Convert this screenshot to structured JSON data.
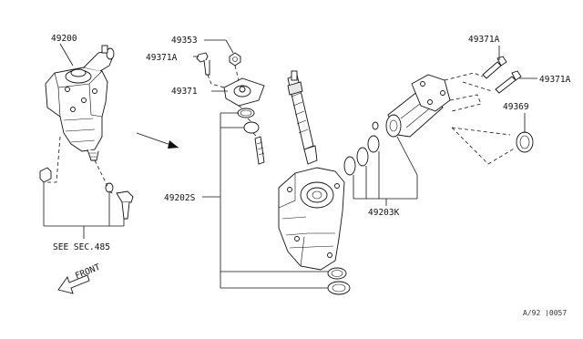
{
  "labels": {
    "gear_box_left": "49200",
    "nut_top": "49353",
    "bolt_left": "49371A",
    "cover": "49371",
    "seal_kit_housing": "49202S",
    "seal_kit": "49203K",
    "bolt_right_1": "49371A",
    "bolt_right_2": "49371A",
    "seal_right": "49369",
    "see_section": "SEE SEC.485",
    "front": "FRONT",
    "code": "A/92 )0057"
  }
}
